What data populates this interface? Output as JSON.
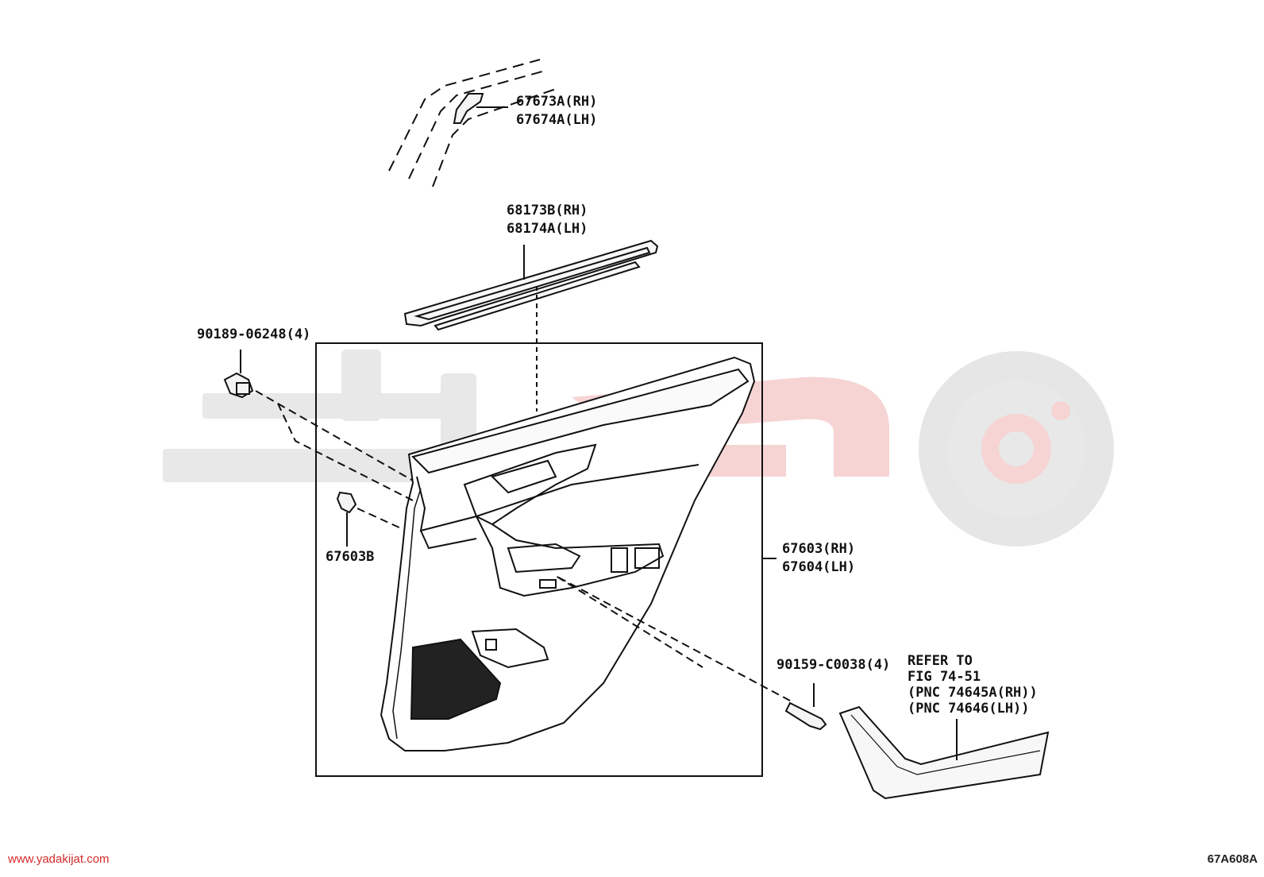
{
  "watermark": {
    "brand_color": "#e8a0a0",
    "gray_color": "#e6e6e6",
    "logo": "yadakijat-logo"
  },
  "callouts": [
    {
      "id": "upper-weatherstrip-clip",
      "lines": [
        "67673A(RH)",
        "67674A(LH)"
      ]
    },
    {
      "id": "belt-moulding",
      "lines": [
        "68173B(RH)",
        "68174A(LH)"
      ]
    },
    {
      "id": "retainer-clip",
      "lines": [
        "90189-06248(4)"
      ]
    },
    {
      "id": "trim-clip",
      "lines": [
        "67603B"
      ]
    },
    {
      "id": "door-trim-board",
      "lines": [
        "67603(RH)",
        "67604(LH)"
      ]
    },
    {
      "id": "screw",
      "lines": [
        "90159-C0038(4)"
      ]
    },
    {
      "id": "armrest-reference",
      "lines": [
        "REFER TO",
        "FIG 74-51",
        "(PNC 74645A(RH))",
        "(PNC 74646(LH))"
      ]
    }
  ],
  "footer": {
    "url": "www.yadakijat.com",
    "code": "67A608A"
  }
}
